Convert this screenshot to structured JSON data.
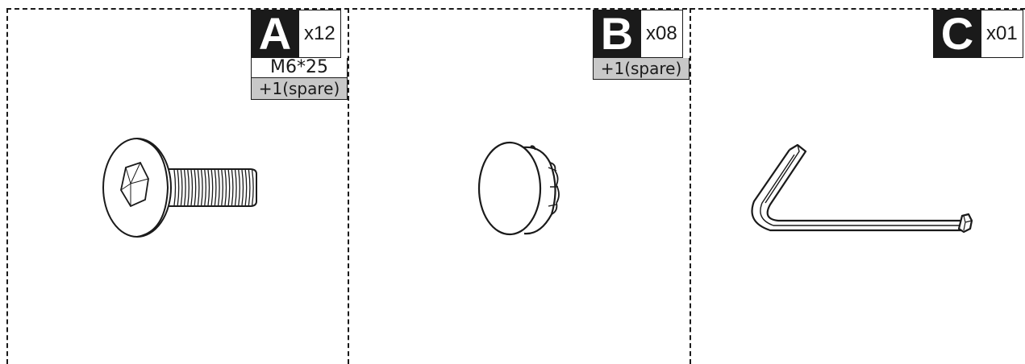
{
  "parts": [
    {
      "letter": "A",
      "quantity": "x12",
      "spec": "M6*25",
      "spare": "+1(spare)",
      "icon": "bolt-icon"
    },
    {
      "letter": "B",
      "quantity": "x08",
      "spare": "+1(spare)",
      "icon": "cap-icon"
    },
    {
      "letter": "C",
      "quantity": "x01",
      "icon": "allen-key-icon"
    }
  ],
  "colors": {
    "ink": "#1a1a1a",
    "spare_fill": "#c8c8c8"
  }
}
